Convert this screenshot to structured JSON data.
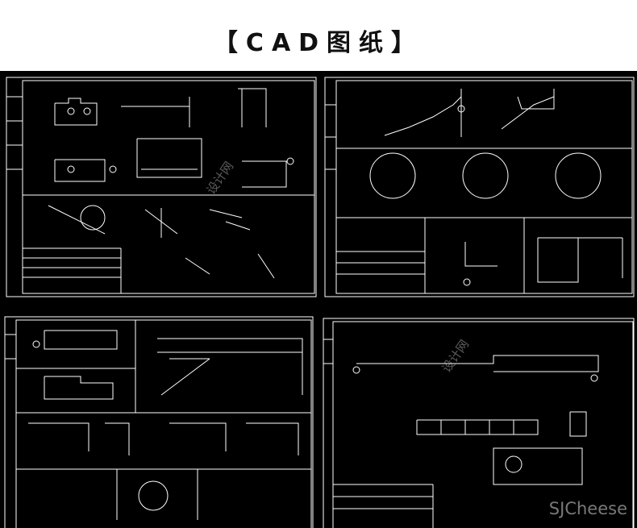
{
  "header": {
    "title": "【CAD图纸】"
  },
  "watermarks": {
    "site": "设计网",
    "brand": "SJCheese"
  },
  "panels": [
    {
      "id": "drawing-sheet-1"
    },
    {
      "id": "drawing-sheet-2"
    },
    {
      "id": "drawing-sheet-3"
    },
    {
      "id": "drawing-sheet-4"
    }
  ],
  "colors": {
    "background": "#000000",
    "lines": "#ffffff",
    "header_bg": "#ffffff",
    "title": "#111111"
  }
}
